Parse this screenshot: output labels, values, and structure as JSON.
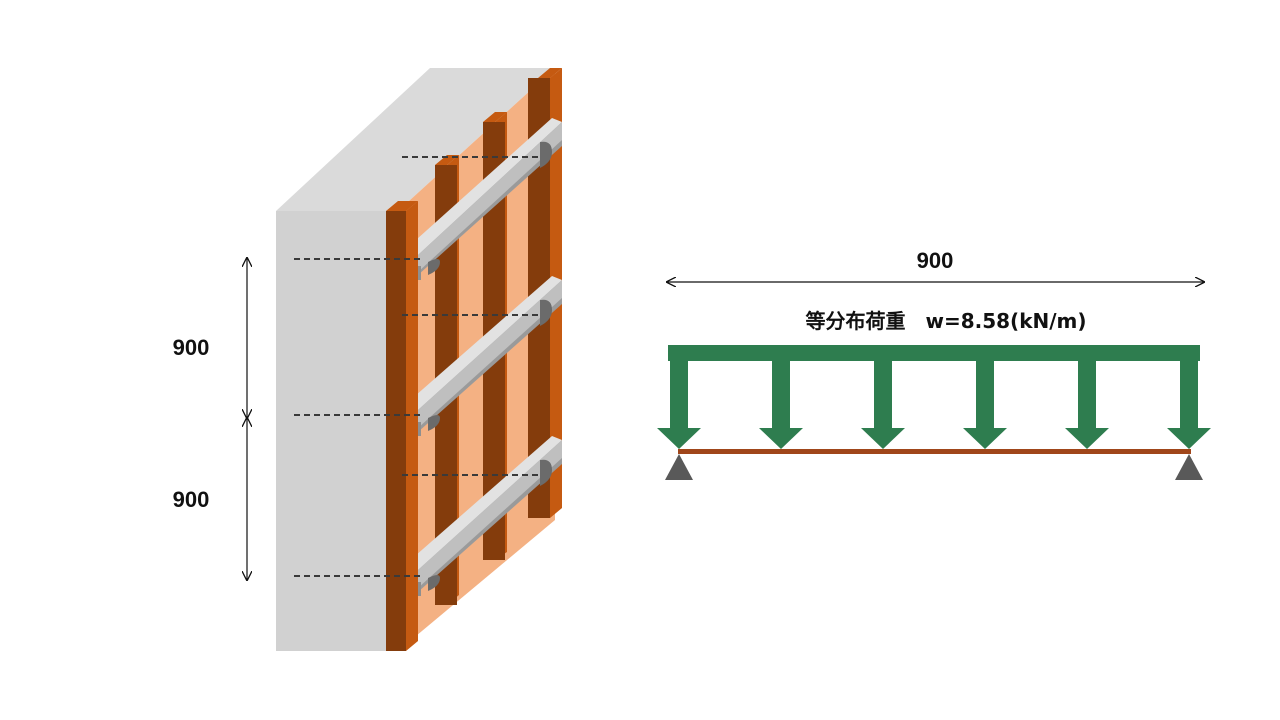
{
  "left_figure": {
    "dimensions": [
      "900",
      "900"
    ]
  },
  "right_figure": {
    "span_label": "900",
    "load_label": "等分布荷重　w=8.58(kN/m)",
    "load_value": 8.58,
    "load_unit": "kN/m",
    "arrow_count": 6,
    "supports": 2
  },
  "colors": {
    "concrete_front": "#d1d1d1",
    "concrete_top": "#dadada",
    "plywood": "#f4b183",
    "stud_front": "#843c0c",
    "stud_side": "#c55a11",
    "waler": "#bfbfbf",
    "load_green": "#2e7d4f",
    "beam_brown": "#a0461a",
    "support_gray": "#595959",
    "dash": "#3a3a3a"
  }
}
